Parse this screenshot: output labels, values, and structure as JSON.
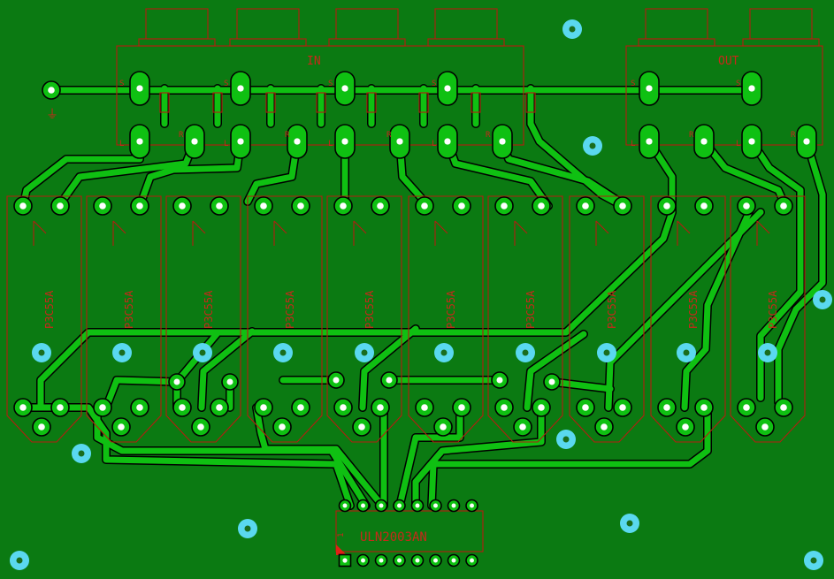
{
  "board": {
    "background": "#0b7a12",
    "copper_color": "#0fc012",
    "silkscreen_color": "#b51d10",
    "mount_hole_color": "#5ad8ef"
  },
  "labels": {
    "in_connector": "IN",
    "out_connector": "OUT",
    "ground_symbol": "⏚",
    "ic_name": "ULN2003AN",
    "relay_part": "P3C55A",
    "ic_pin1_marker": "1",
    "jack_pin_labels": [
      "S",
      "R",
      "L"
    ]
  }
}
